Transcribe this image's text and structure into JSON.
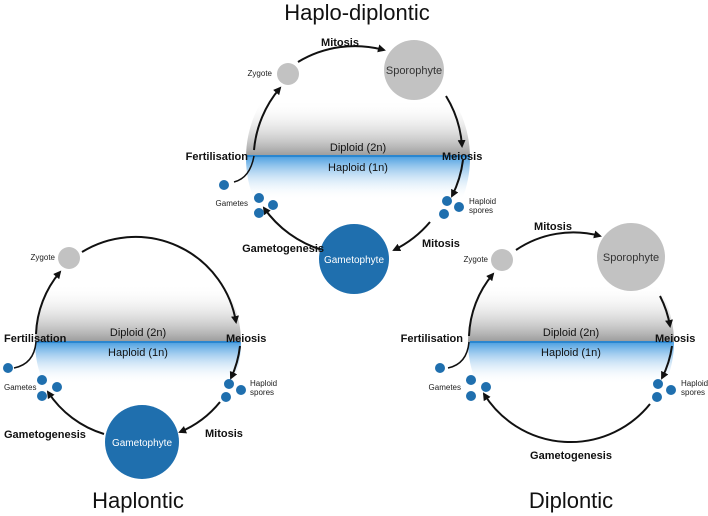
{
  "colors": {
    "haploid_blue": "#1f6fae",
    "diploid_gray": "#c2c2c2",
    "cycle_line": "#111111",
    "diploid_band_gray": "#9a9a9a",
    "haploid_band_blue": "#4a9ee0"
  },
  "diagrams": [
    {
      "id": "haplo_diplontic",
      "title": "Haplo-diplontic",
      "zygote": "Zygote",
      "top_arrow": "Mitosis",
      "top_circle": "Sporophyte",
      "fertilisation": "Fertilisation",
      "meiosis": "Meiosis",
      "diploid": "Diploid (2n)",
      "haploid": "Haploid (1n)",
      "gametes": "Gametes",
      "spores": [
        "Haploid",
        "spores"
      ],
      "bottom_left_arrow": "Gametogenesis",
      "bottom_right_arrow": "Mitosis",
      "bottom_circle": "Gametophyte"
    },
    {
      "id": "haplontic",
      "title": "Haplontic",
      "zygote": "Zygote",
      "fertilisation": "Fertilisation",
      "meiosis": "Meiosis",
      "diploid": "Diploid (2n)",
      "haploid": "Haploid (1n)",
      "gametes": "Gametes",
      "spores": [
        "Haploid",
        "spores"
      ],
      "bottom_left_arrow": "Gametogenesis",
      "bottom_right_arrow": "Mitosis",
      "bottom_circle": "Gametophyte"
    },
    {
      "id": "diplontic",
      "title": "Diplontic",
      "zygote": "Zygote",
      "top_arrow": "Mitosis",
      "top_circle": "Sporophyte",
      "fertilisation": "Fertilisation",
      "meiosis": "Meiosis",
      "diploid": "Diploid (2n)",
      "haploid": "Haploid (1n)",
      "gametes": "Gametes",
      "spores": [
        "Haploid",
        "spores"
      ],
      "bottom_arrow": "Gametogenesis"
    }
  ]
}
